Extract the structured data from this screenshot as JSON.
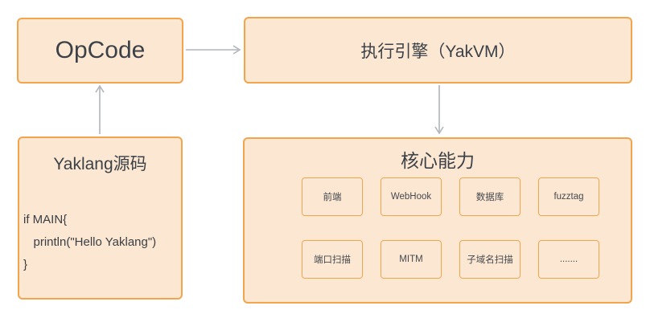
{
  "diagram": {
    "opcode": {
      "label": "OpCode"
    },
    "engine": {
      "label": "执行引擎（YakVM）"
    },
    "source": {
      "title": "Yaklang源码",
      "code_lines": {
        "0": "if MAIN{",
        "1": "   println(\"Hello Yaklang\")",
        "2": "}"
      }
    },
    "core": {
      "title": "核心能力",
      "items": {
        "0": "前端",
        "1": "WebHook",
        "2": "数据库",
        "3": "fuzztag",
        "4": "端口扫描",
        "5": "MITM",
        "6": "子域名扫描",
        "7": "......."
      }
    },
    "colors": {
      "box_fill": "#fce8d2",
      "box_border": "#f2a54c",
      "arrow": "#b0b5bb",
      "text": "#3c4148"
    }
  }
}
